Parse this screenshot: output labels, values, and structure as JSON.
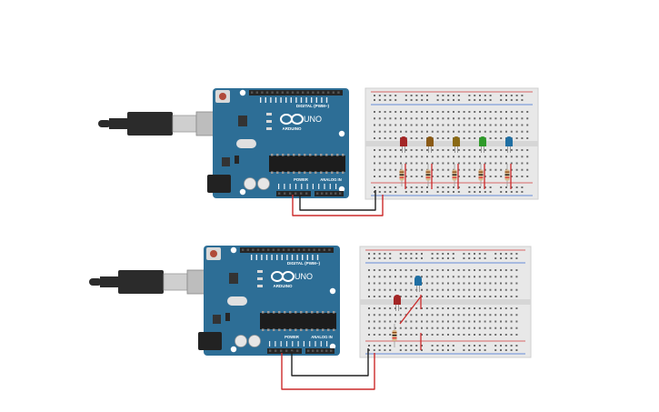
{
  "colors": {
    "board": "#2d6e96",
    "board_dark": "#1f5579",
    "header": "#262626",
    "breadboard": "#e8e8e8",
    "rail_red": "#d33b3b",
    "rail_blue": "#3b6fd3",
    "wire_red": "#cc2a2a",
    "wire_black": "#222222",
    "usb_body": "#2b2b2b",
    "usb_metal": "#cfcfcf"
  },
  "circuits": [
    {
      "board": {
        "brand": "ARDUINO",
        "model": "UNO",
        "digital_label": "DIGITAL (PWM~)",
        "power_label": "POWER",
        "analog_label": "ANALOG IN"
      },
      "leds": [
        {
          "color": "red",
          "hex": "#a32626"
        },
        {
          "color": "orange",
          "hex": "#8a5a16"
        },
        {
          "color": "yellow",
          "hex": "#8a6a16"
        },
        {
          "color": "green",
          "hex": "#2f9a2a"
        },
        {
          "color": "blue",
          "hex": "#1f6fa3"
        }
      ]
    },
    {
      "board": {
        "brand": "ARDUINO",
        "model": "UNO",
        "digital_label": "DIGITAL (PWM~)",
        "power_label": "POWER",
        "analog_label": "ANALOG IN"
      },
      "leds": [
        {
          "color": "red",
          "hex": "#a32626"
        },
        {
          "color": "blue",
          "hex": "#1f6fa3"
        }
      ]
    }
  ]
}
